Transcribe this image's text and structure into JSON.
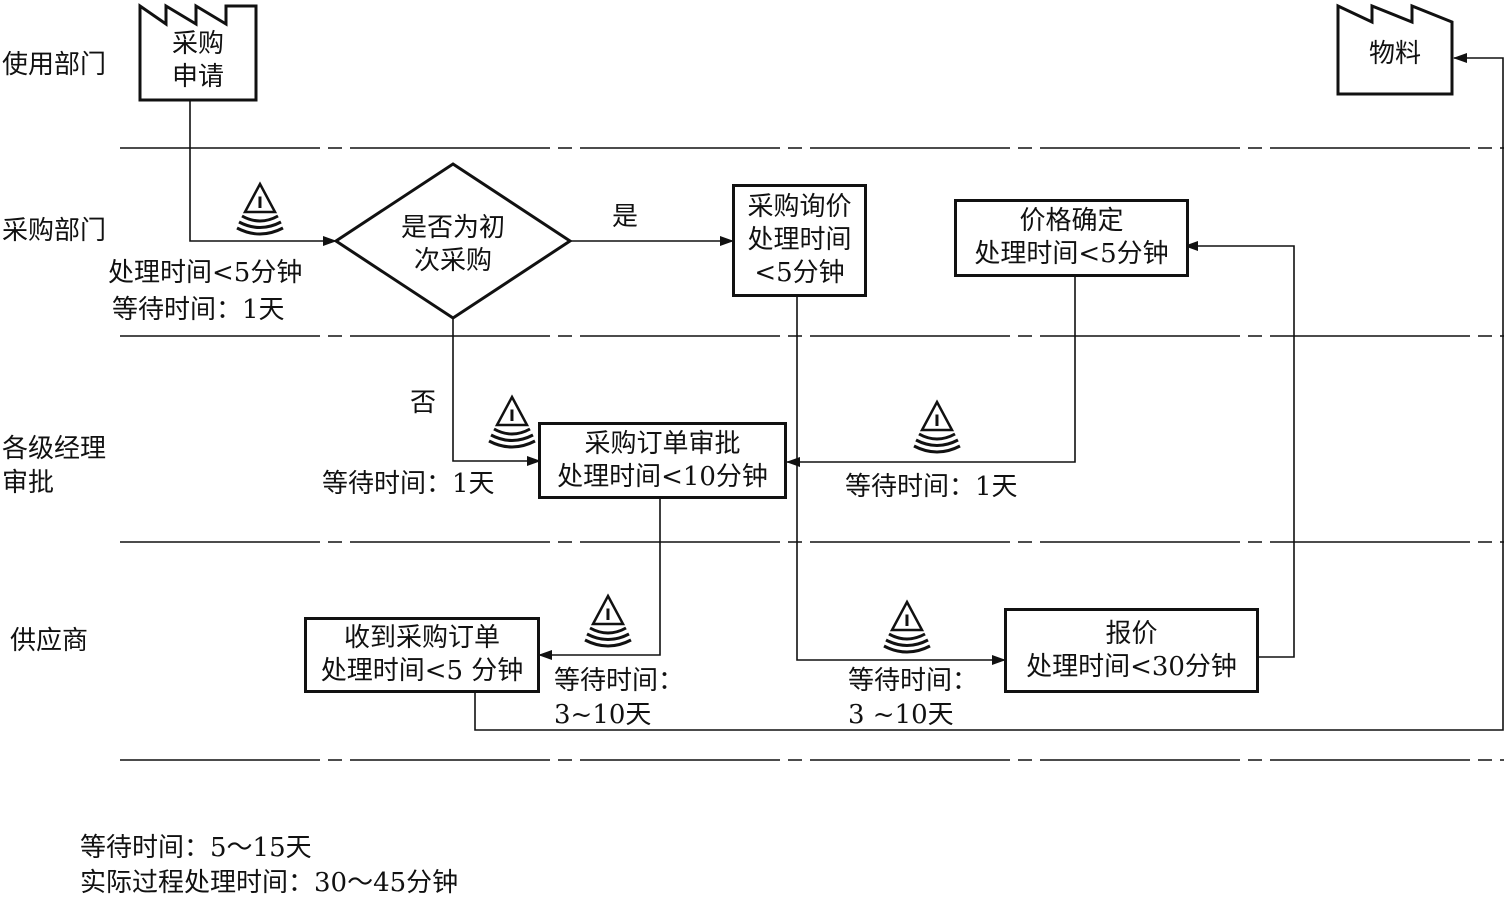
{
  "lanes": {
    "user_dept": "使用部门",
    "purchasing_dept": "采购部门",
    "manager_approval": "各级经理\n审批",
    "supplier": "供应商"
  },
  "nodes": {
    "purchase_request": "采购\n申请",
    "material": "物料",
    "first_purchase_decision": "是否为初\n次采购",
    "inquiry": "采购询价\n处理时间\n<5分钟",
    "price_confirm": "价格确定\n处理时间<5分钟",
    "po_approval": "采购订单审批\n处理时间<10分钟",
    "po_received": "收到采购订单\n处理时间<5 分钟",
    "quotation": "报价\n处理时间<30分钟"
  },
  "edge_labels": {
    "yes": "是",
    "no": "否"
  },
  "times": {
    "request_process": "处理时间<5分钟",
    "request_wait": "等待时间：1天",
    "no_branch_wait": "等待时间：1天",
    "price_to_approval_wait": "等待时间：1天",
    "approval_to_supplier_wait": "等待时间：\n3~10天",
    "inquiry_to_quote_wait": "等待时间：\n3 ~10天"
  },
  "summary": {
    "total_wait": "等待时间：5～15天",
    "total_process": "实际过程处理时间：30～45分钟"
  },
  "icons": [
    "inventory-triangle-icon"
  ]
}
